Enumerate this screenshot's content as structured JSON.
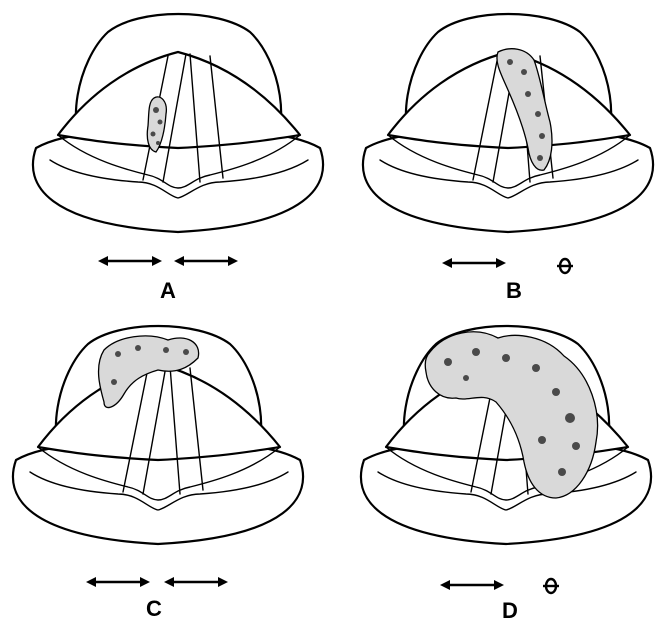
{
  "panels": [
    {
      "id": "A",
      "label": "A",
      "cord_mobility": "bilateral-mobile",
      "lesion": "left-cord-small"
    },
    {
      "id": "B",
      "label": "B",
      "cord_mobility": "right-fixed",
      "lesion": "right-cord-extending-to-commissure"
    },
    {
      "id": "C",
      "label": "C",
      "cord_mobility": "bilateral-mobile",
      "lesion": "anterior-commissure"
    },
    {
      "id": "D",
      "label": "D",
      "cord_mobility": "right-fixed",
      "lesion": "bulky-supraglottic-and-right-cord"
    }
  ],
  "colors": {
    "line": "#000000",
    "lesion": "#d9d9d9",
    "background": "#ffffff"
  },
  "icons": {
    "mobile": "double-arrow-icon",
    "fixed": "fixed-cord-icon"
  }
}
